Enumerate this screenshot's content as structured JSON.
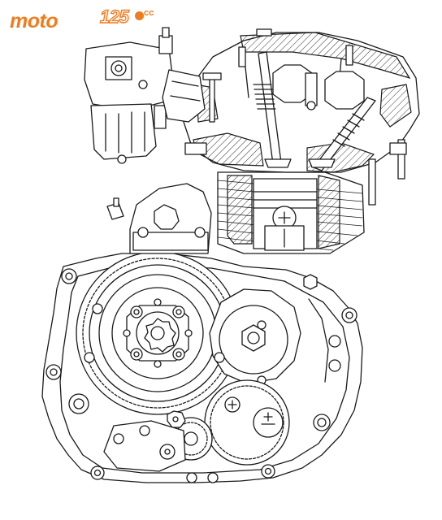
{
  "logo": {
    "text_main": "moto",
    "text_number": "125",
    "text_suffix": "cc",
    "color": "#f07c1e"
  },
  "drawing": {
    "line_color": "#1a1a1a",
    "background": "#ffffff"
  }
}
